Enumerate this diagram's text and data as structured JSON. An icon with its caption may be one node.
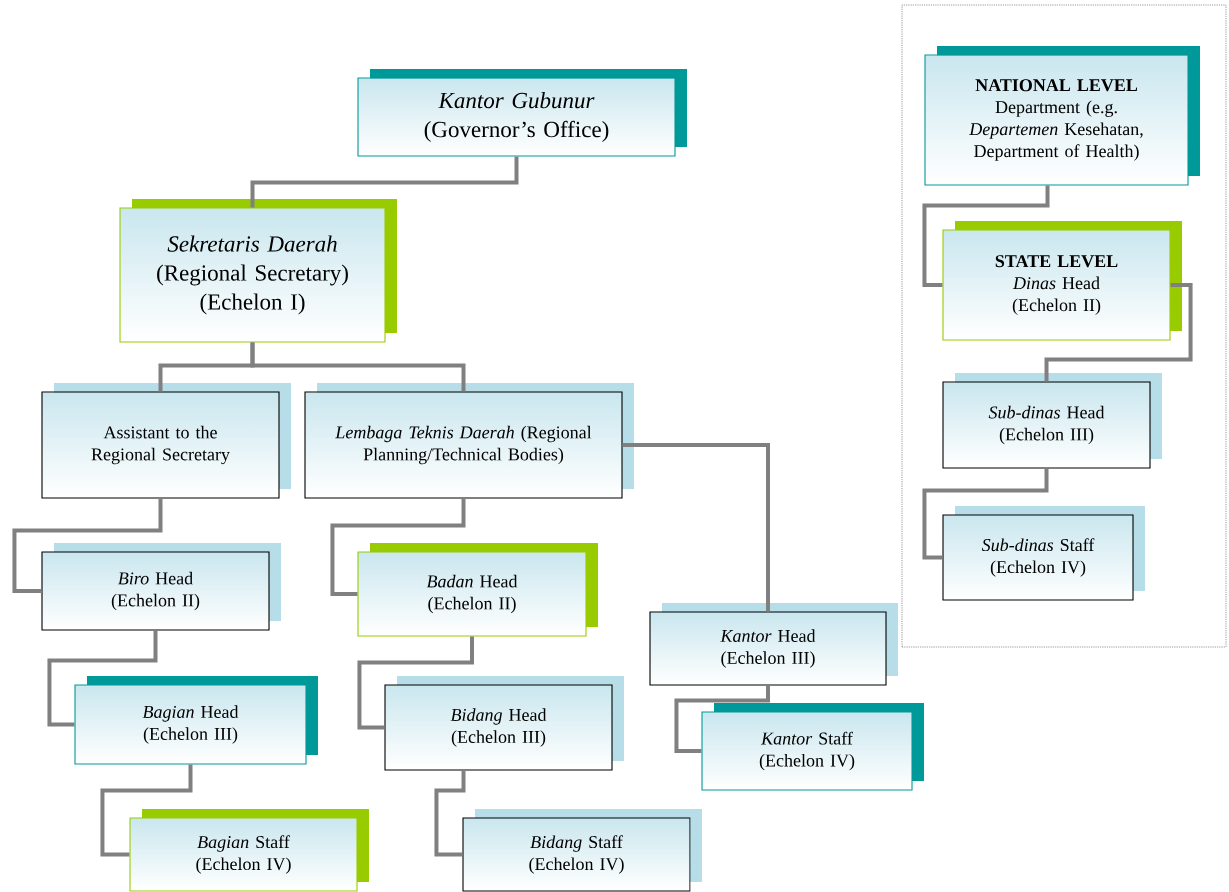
{
  "diagram": {
    "nodes": [
      {
        "text": [
          "*Kantor Gubunur* (Governor’s Office)"
        ]
      },
      {
        "text": [
          "*Sekretaris Daerah* (Regional Secretary) (Echelon I)"
        ]
      },
      {
        "text": [
          "Assistant to the Regional Secretary"
        ]
      },
      {
        "text": [
          "*Lembaga Teknis Daerah* (Regional Planning/Technical Bodies)"
        ]
      },
      {
        "text": [
          "*Biro* Head (Echelon II)"
        ]
      },
      {
        "text": [
          "*Badan* Head (Echelon II)"
        ]
      },
      {
        "text": [
          "*Kantor* Head (Echelon III)"
        ]
      },
      {
        "text": [
          "*Bagian* Head (Echelon III)"
        ]
      },
      {
        "text": [
          "*Bidang* Head (Echelon III)"
        ]
      },
      {
        "text": [
          "*Kantor* Staff (Echelon IV)"
        ]
      },
      {
        "text": [
          "*Bagian* Staff (Echelon IV)"
        ]
      },
      {
        "text": [
          "*Bidang* Staff (Echelon IV)"
        ]
      },
      {
        "text": [],
        "shape": "box"
      },
      {
        "text": [
          "NATIONAL LEVEL",
          "Department (e.g. *Departemen* Kesehatan, Department of Health)"
        ],
        "in": 12
      },
      {
        "text": [
          "STATE LEVEL",
          "*Dinas* Head (Echelon II)"
        ],
        "in": 12
      },
      {
        "text": [
          "*Sub-dinas* Head (Echelon III)"
        ],
        "in": 12
      },
      {
        "text": [
          "*Sub-dinas* Staff (Echelon IV)"
        ],
        "in": 12
      }
    ],
    "edges": [
      {
        "from": 0,
        "to": 1,
        "arrow": "none"
      },
      {
        "from": 1,
        "to": 2,
        "arrow": "none"
      },
      {
        "from": 1,
        "to": 3,
        "arrow": "none"
      },
      {
        "from": 2,
        "to": 4,
        "arrow": "none"
      },
      {
        "from": 4,
        "to": 7,
        "arrow": "none"
      },
      {
        "from": 7,
        "to": 10,
        "arrow": "none"
      },
      {
        "from": 3,
        "to": 5,
        "arrow": "none"
      },
      {
        "from": 5,
        "to": 8,
        "arrow": "none"
      },
      {
        "from": 8,
        "to": 11,
        "arrow": "none"
      },
      {
        "from": 3,
        "to": 6,
        "arrow": "none"
      },
      {
        "from": 6,
        "to": 9,
        "arrow": "none"
      },
      {
        "from": 13,
        "to": 14,
        "arrow": "none"
      },
      {
        "from": 14,
        "to": 15,
        "arrow": "none"
      },
      {
        "from": 15,
        "to": 16,
        "arrow": "none"
      }
    ]
  }
}
